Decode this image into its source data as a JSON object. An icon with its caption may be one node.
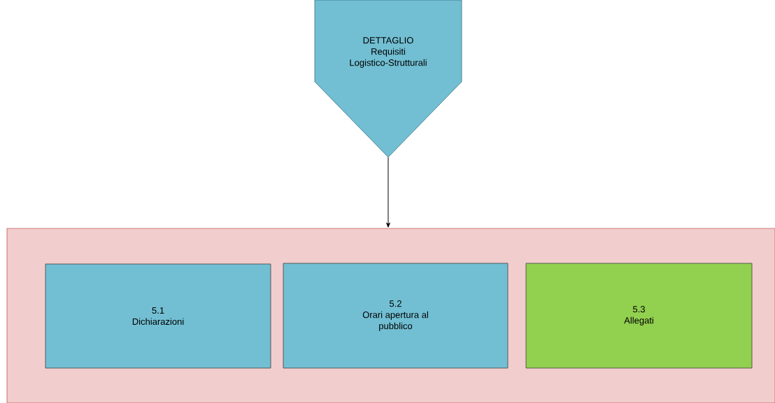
{
  "diagram": {
    "nodes": [
      {
        "text": [
          "DETTAGLIO",
          "Requisiti Logistico-Strutturali"
        ]
      },
      {
        "text": [],
        "shape": "box"
      },
      {
        "text": [
          "5.1",
          "Dichiarazioni"
        ],
        "in": 1
      },
      {
        "text": [
          "5.2",
          "Orari apertura al pubblico"
        ],
        "in": 1
      },
      {
        "text": [
          "5.3",
          "Allegati"
        ],
        "in": 1
      }
    ],
    "edges": [
      {
        "from": 0,
        "to": 1,
        "arrow": "to"
      }
    ]
  }
}
